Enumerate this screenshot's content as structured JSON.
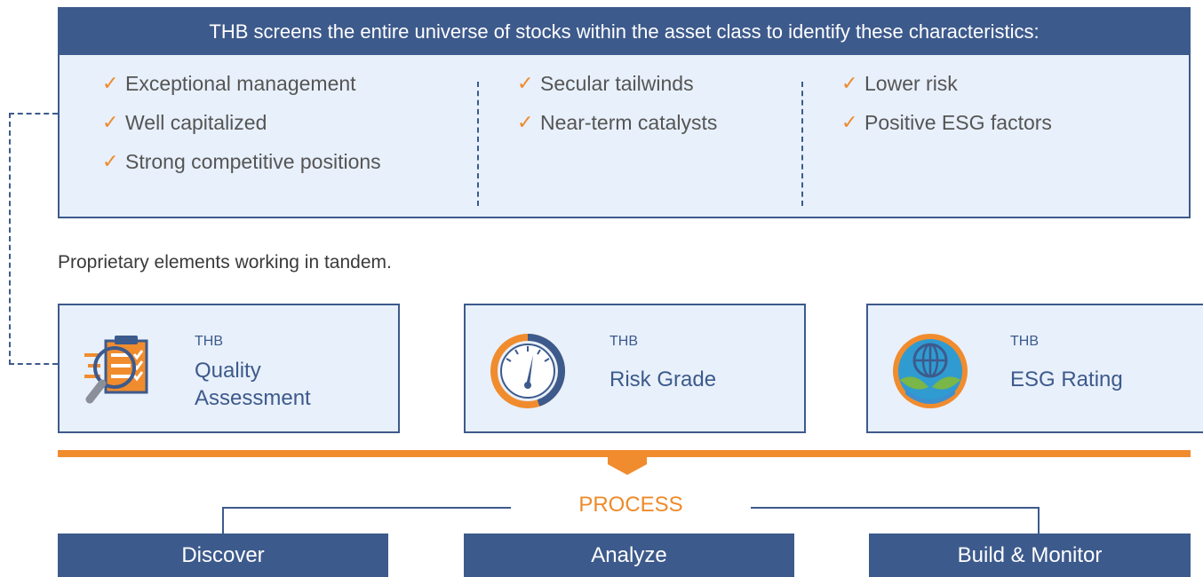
{
  "panel": {
    "header": "THB screens the entire universe of stocks within the asset class to identify these characteristics:",
    "columns": [
      [
        "Exceptional management",
        "Well capitalized",
        "Strong competitive positions"
      ],
      [
        "Secular tailwinds",
        "Near-term catalysts"
      ],
      [
        "Lower risk",
        "Positive ESG factors"
      ]
    ],
    "check_glyph": "✓"
  },
  "subtitle": "Proprietary elements working in tandem.",
  "cards": [
    {
      "pre": "THB",
      "name_line1": "Quality",
      "name_line2": "Assessment",
      "icon": "quality-assessment-icon"
    },
    {
      "pre": "THB",
      "name_line1": "Risk Grade",
      "name_line2": "",
      "icon": "gauge-icon"
    },
    {
      "pre": "THB",
      "name_line1": "ESG Rating",
      "name_line2": "",
      "icon": "globe-leaves-icon"
    }
  ],
  "process": {
    "label": "PROCESS",
    "stages": [
      "Discover",
      "Analyze",
      "Build & Monitor"
    ]
  },
  "colors": {
    "navy": "#3d5a8c",
    "orange": "#f08c2e",
    "light_blue": "#e8f0fb"
  }
}
